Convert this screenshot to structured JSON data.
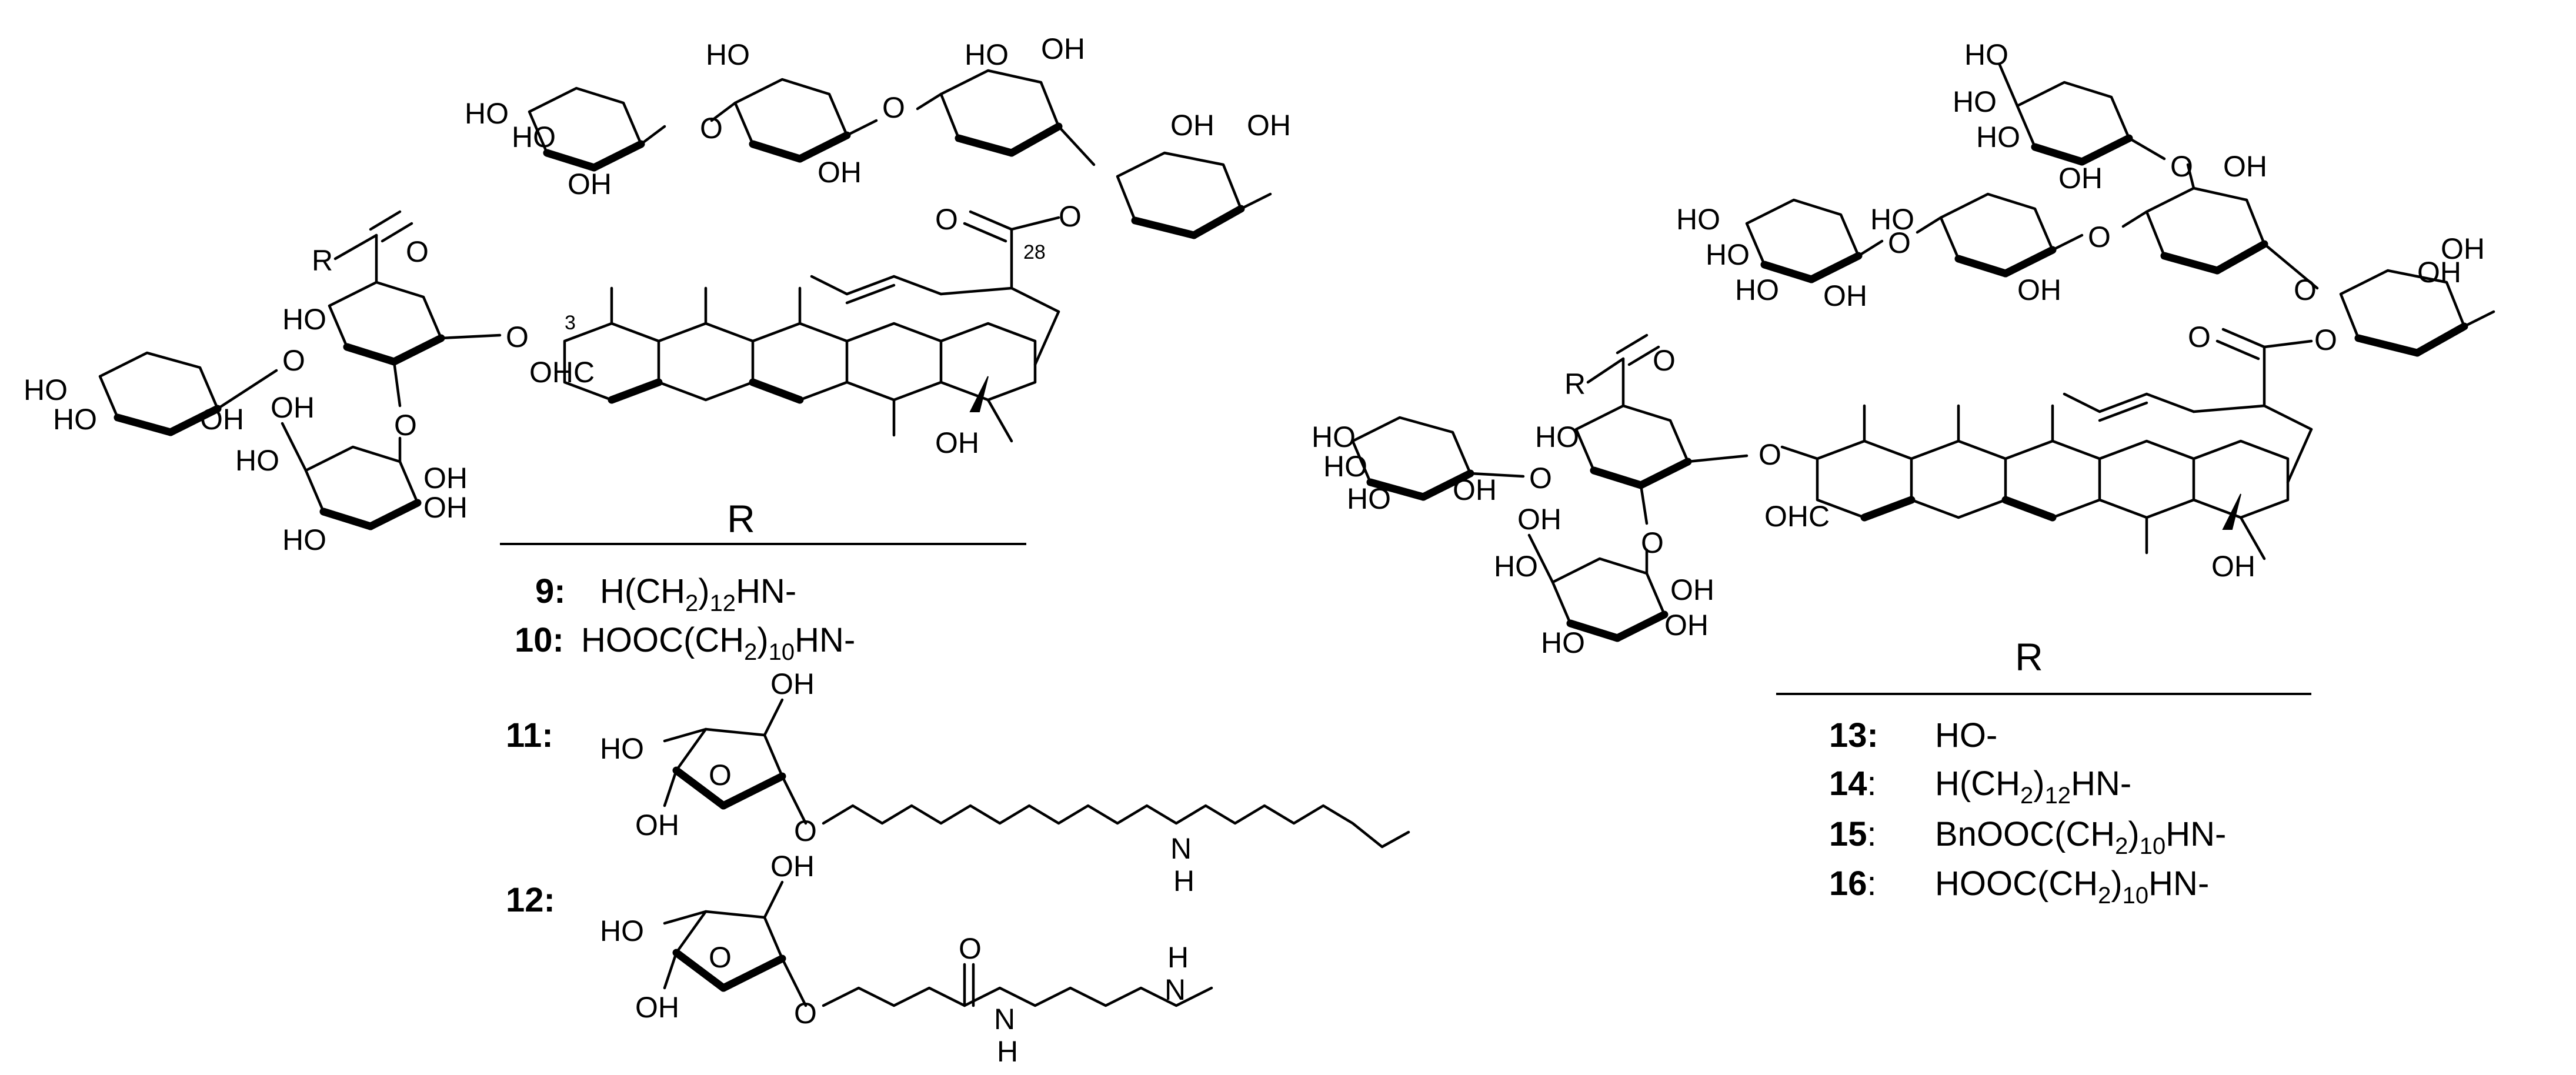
{
  "left_compound": {
    "labels": {
      "r": "R",
      "o_carbonyl": "O",
      "c28": "28",
      "c3": "3",
      "ohc": "OHC",
      "oh": "OH",
      "ho": "HO",
      "o": "O"
    },
    "table": {
      "header": "R",
      "rows": [
        {
          "id": "9:",
          "pre": "H(CH",
          "sub1": "2",
          "post": ")",
          "sub2": "12",
          "tail": "HN-"
        },
        {
          "id": "10:",
          "pre": "HOOC(CH",
          "sub1": "2",
          "post": ")",
          "sub2": "10",
          "tail": "HN-"
        }
      ]
    },
    "structures": [
      {
        "id": "11:",
        "ho": "HO",
        "oh_top": "OH",
        "oh_bottom": "OH",
        "o_ring": "O",
        "o_link": "O",
        "n": "N",
        "h": "H"
      },
      {
        "id": "12:",
        "ho": "HO",
        "oh_top": "OH",
        "oh_bottom": "OH",
        "o_ring": "O",
        "o_link": "O",
        "o_amide": "O",
        "n_amide": "N",
        "h_amide": "H",
        "n": "N",
        "h": "H"
      }
    ]
  },
  "right_compound": {
    "labels": {
      "r": "R",
      "o_carbonyl": "O",
      "ohc": "OHC",
      "oh": "OH",
      "ho": "HO",
      "o": "O"
    },
    "table": {
      "header": "R",
      "rows": [
        {
          "id": "13:",
          "pre": "HO-",
          "sub1": "",
          "post": "",
          "sub2": "",
          "tail": ""
        },
        {
          "id": "14",
          "sep": ":",
          "pre": "H(CH",
          "sub1": "2",
          "post": ")",
          "sub2": "12",
          "tail": "HN-"
        },
        {
          "id": "15",
          "sep": ":",
          "pre": "BnOOC(CH",
          "sub1": "2",
          "post": ")",
          "sub2": "10",
          "tail": "HN-"
        },
        {
          "id": "16",
          "sep": ":",
          "pre": "HOOC(CH",
          "sub1": "2",
          "post": ")",
          "sub2": "10",
          "tail": "HN-"
        }
      ]
    }
  }
}
